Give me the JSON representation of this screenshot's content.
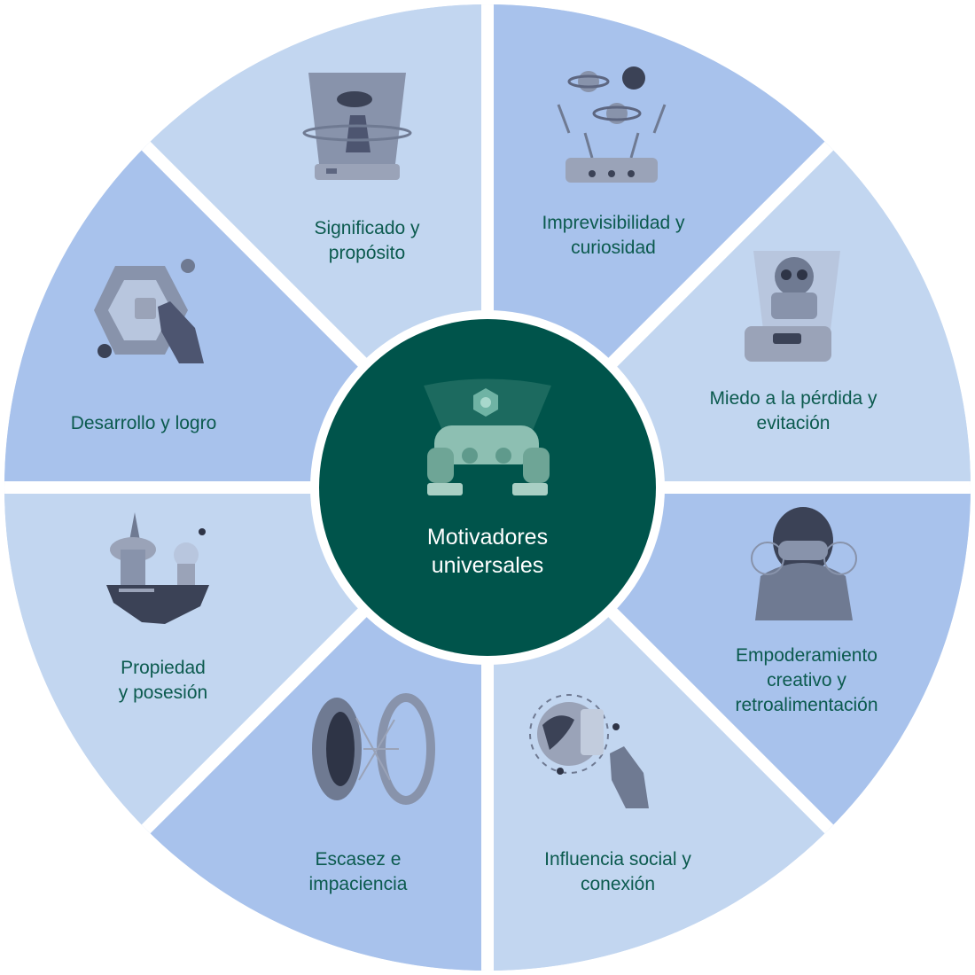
{
  "center": {
    "title_line1": "Motivadores",
    "title_line2": "universales",
    "icon": "gamepad-hologram-icon"
  },
  "segments": [
    {
      "id": "meaning",
      "line1": "Significado y",
      "line2": "propósito",
      "icon": "hologram-chess-icon"
    },
    {
      "id": "curiosity",
      "line1": "Imprevisibilidad y",
      "line2": "curiosidad",
      "icon": "planets-projector-icon"
    },
    {
      "id": "loss",
      "line1": "Miedo a la pérdida y",
      "line2": "evitación",
      "icon": "robot-hologram-icon"
    },
    {
      "id": "empowerment",
      "line1": "Empoderamiento",
      "line2": "creativo y",
      "line3": "retroalimentación",
      "icon": "vr-headset-person-icon"
    },
    {
      "id": "social",
      "line1": "Influencia social y",
      "line2": "conexión",
      "icon": "globe-touch-icon"
    },
    {
      "id": "scarcity",
      "line1": "Escasez e",
      "line2": "impaciencia",
      "icon": "portal-rings-icon"
    },
    {
      "id": "ownership",
      "line1": "Propiedad",
      "line2": "y posesión",
      "icon": "floating-island-icon"
    },
    {
      "id": "development",
      "line1": "Desarrollo y logro",
      "icon": "hexagon-touch-icon"
    }
  ],
  "colors": {
    "light_segment": "#c2d6f0",
    "dark_segment": "#a8c2ec",
    "center_fill": "#00544b",
    "label_text": "#0b5a4e",
    "icon_gray": "#6f7a92"
  }
}
